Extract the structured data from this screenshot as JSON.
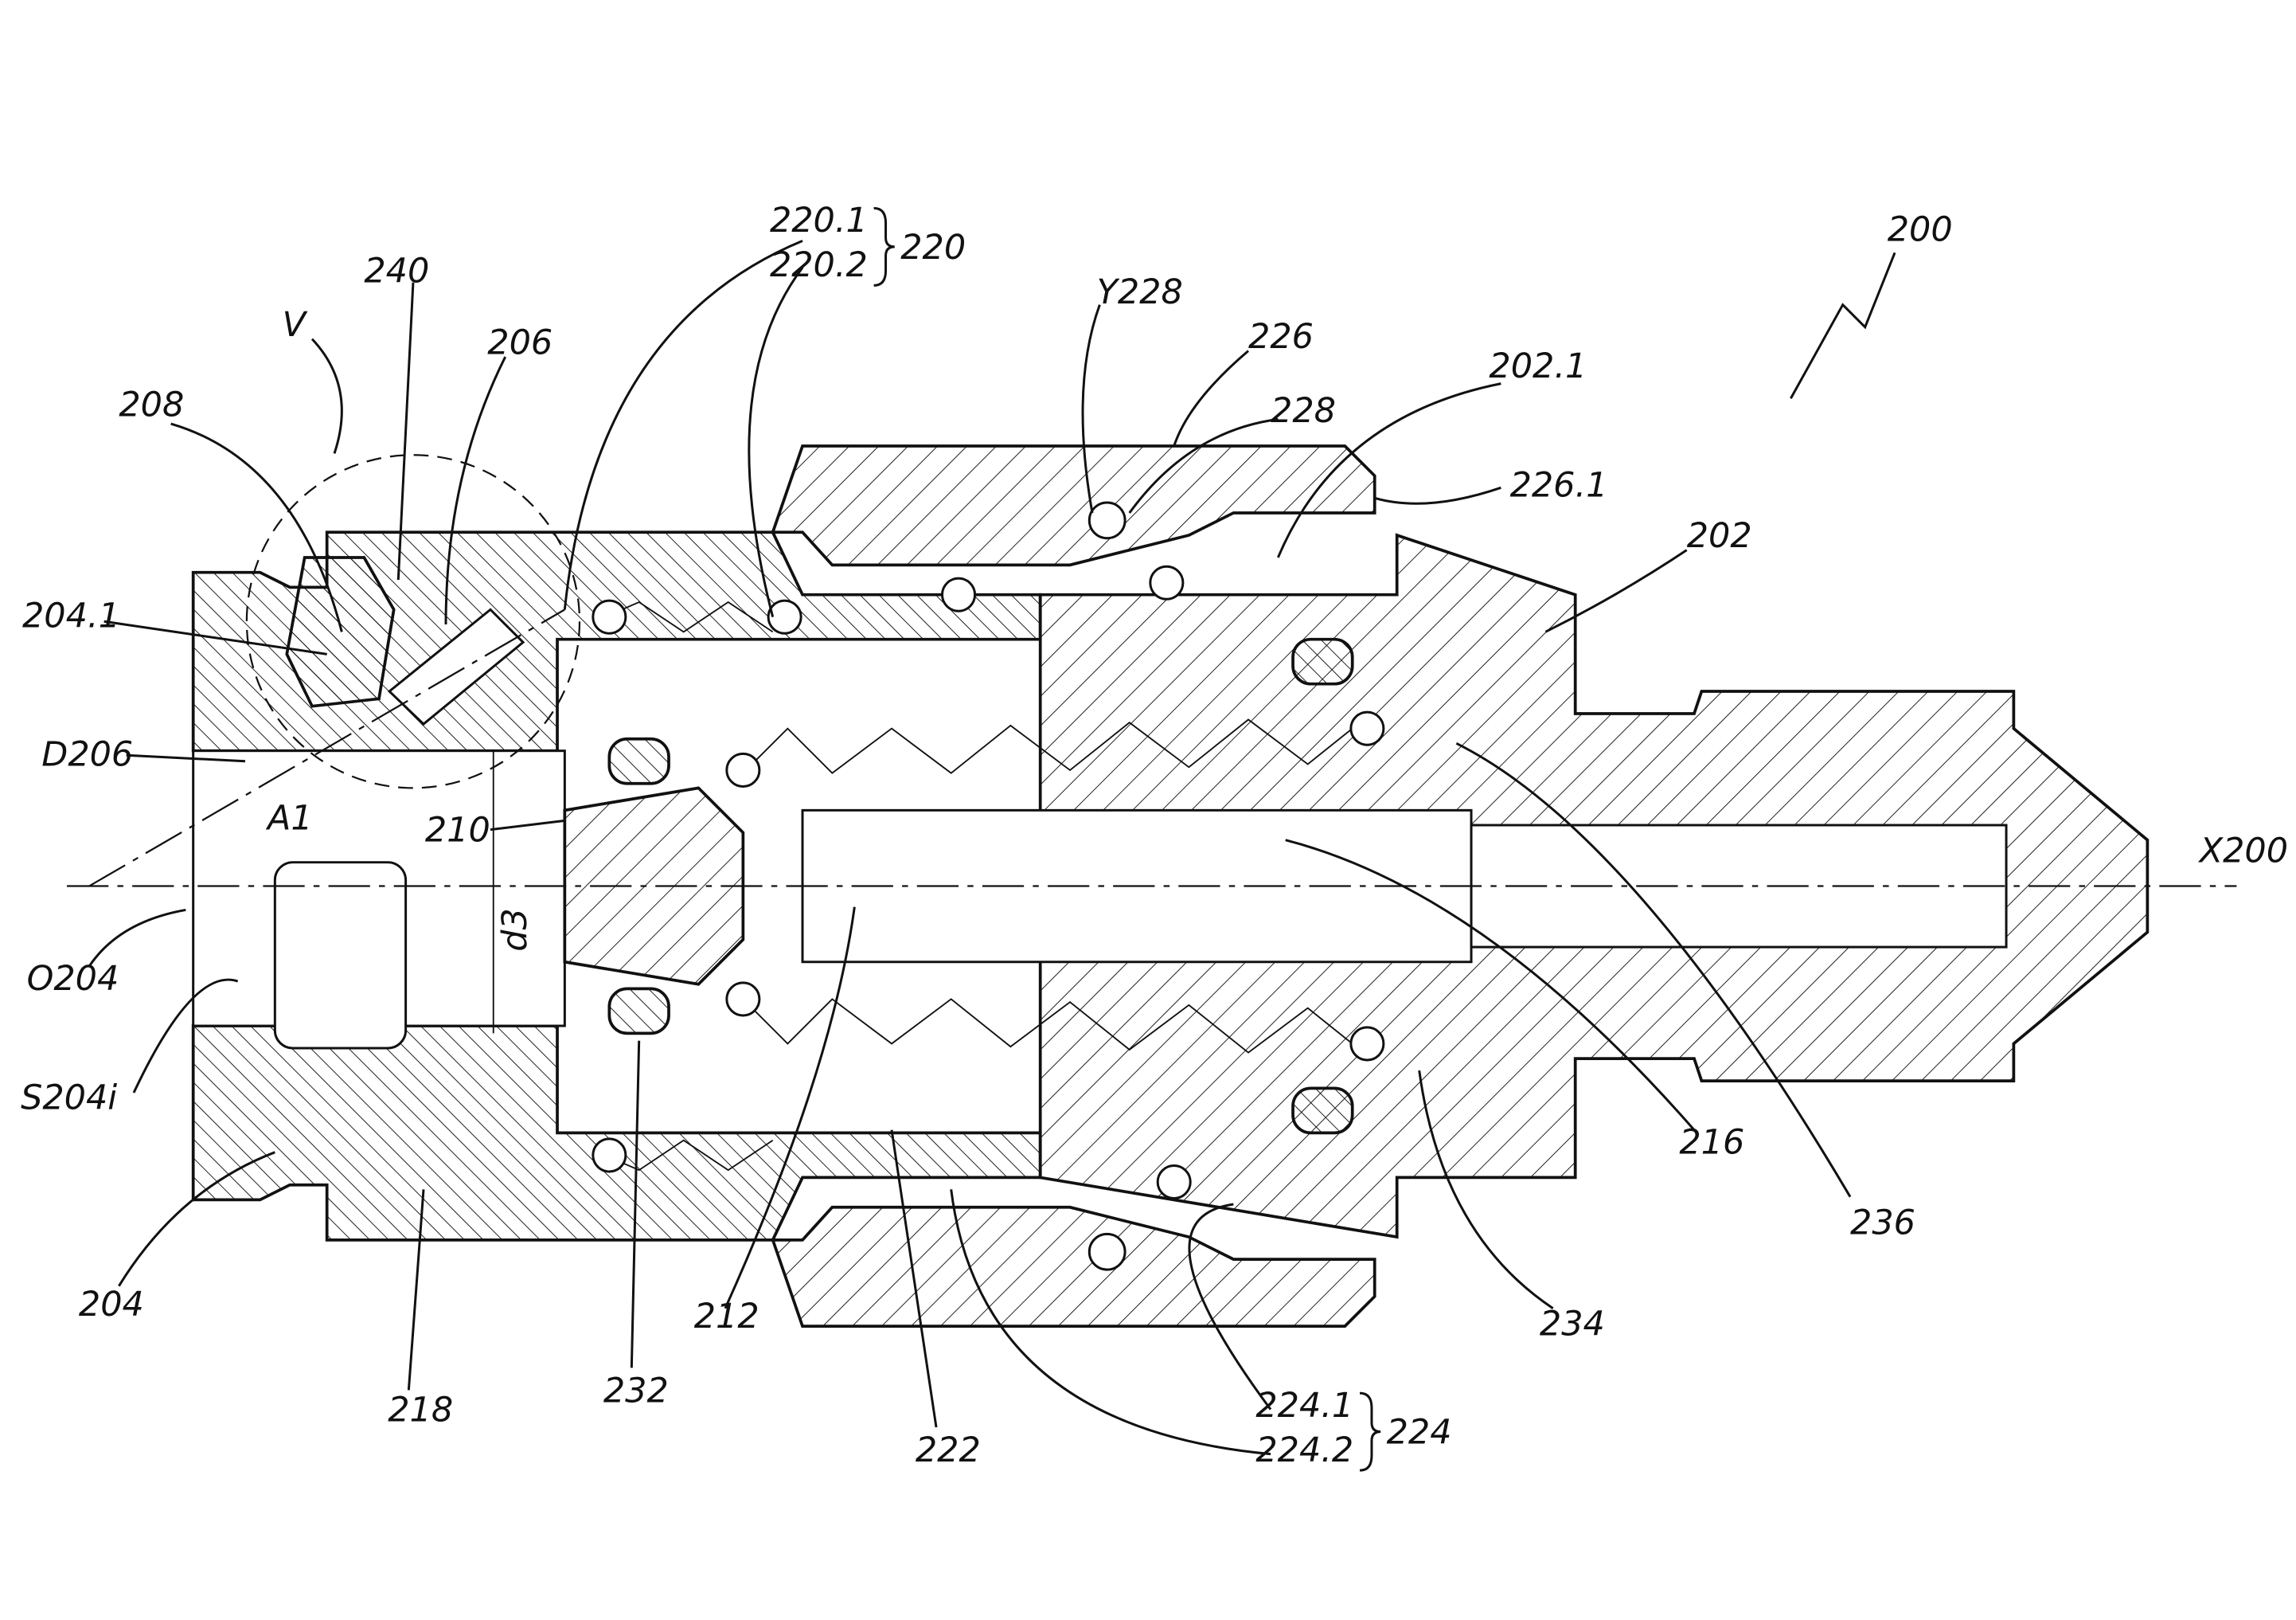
{
  "figure": {
    "reference_numeral": "200",
    "axis_label": "X200",
    "labels": {
      "l220_1": "220.1",
      "l220_2": "220.2",
      "l220": "220",
      "l240": "240",
      "lV": "V",
      "l206": "206",
      "l208": "208",
      "lY228": "Y228",
      "l226": "226",
      "l228": "228",
      "l202_1": "202.1",
      "l226_1": "226.1",
      "l202": "202",
      "l204_1": "204.1",
      "lD206": "D206",
      "l210": "210",
      "lA1": "A1",
      "ld3": "d3",
      "lO204": "O204",
      "lS204i": "S204i",
      "l216": "216",
      "l236": "236",
      "l234": "234",
      "l204": "204",
      "l212": "212",
      "l218": "218",
      "l232": "232",
      "l222": "222",
      "l224_1": "224.1",
      "l224_2": "224.2",
      "l224": "224"
    }
  },
  "colors": {
    "line": "#111111",
    "background": "#ffffff"
  }
}
